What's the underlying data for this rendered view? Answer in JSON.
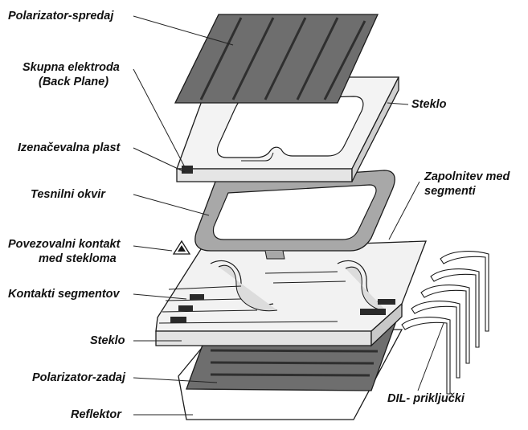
{
  "labels": {
    "polarizer_front": "Polarizator-spredaj",
    "common_electrode_1": "Skupna elektroda",
    "common_electrode_2": "(Back Plane)",
    "alignment_layer": "Izenačevalna plast",
    "seal_frame": "Tesnilni okvir",
    "glass_contact_1": "Povezovalni kontakt",
    "glass_contact_2": "med stekloma",
    "segment_contacts": "Kontakti segmentov",
    "glass_rear": "Steklo",
    "polarizer_rear": "Polarizator-zadaj",
    "reflector": "Reflektor",
    "glass_front": "Steklo",
    "segment_fill_1": "Zapolnitev med",
    "segment_fill_2": "segmenti",
    "dil_pins": "DIL- priključki"
  },
  "colors": {
    "polarizer": "#6e6e6e",
    "seal": "#a8a8a8",
    "glass": "#f4f4f4",
    "line": "#1a1a1a"
  }
}
